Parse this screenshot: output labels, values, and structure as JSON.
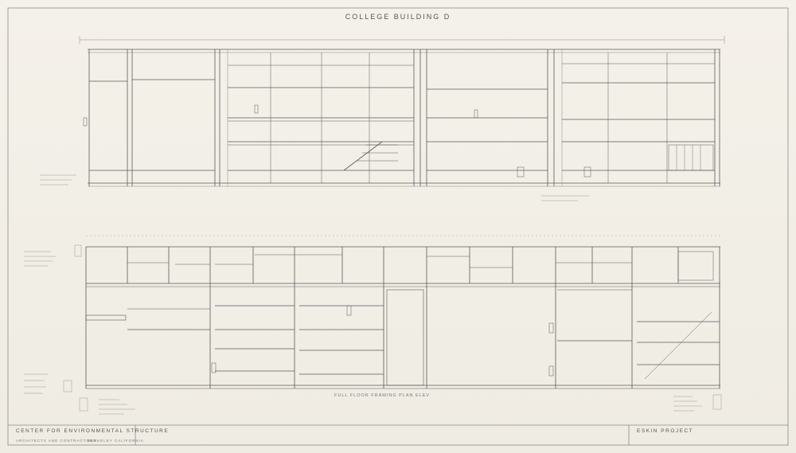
{
  "sheet": {
    "title": "COLLEGE  BUILDING   D",
    "elevation_upper_caption": "",
    "elevation_lower_caption": "FULL  FLOOR   FRAMING  PLAN  ELEV"
  },
  "title_block": {
    "firm_name": "CENTER FOR ENVIRONMENTAL STRUCTURE",
    "firm_subtitle": "ARCHITECTS AND CONTRACTORS",
    "firm_location": "BERKELEY  CALIFORNIA",
    "project_name": "ESKIN  PROJECT",
    "project_subtitle": "",
    "project_date": ""
  },
  "colors": {
    "paper": "#f3f0e8",
    "line": "#5a5a5a",
    "faint_line": "#9a9a9a"
  }
}
